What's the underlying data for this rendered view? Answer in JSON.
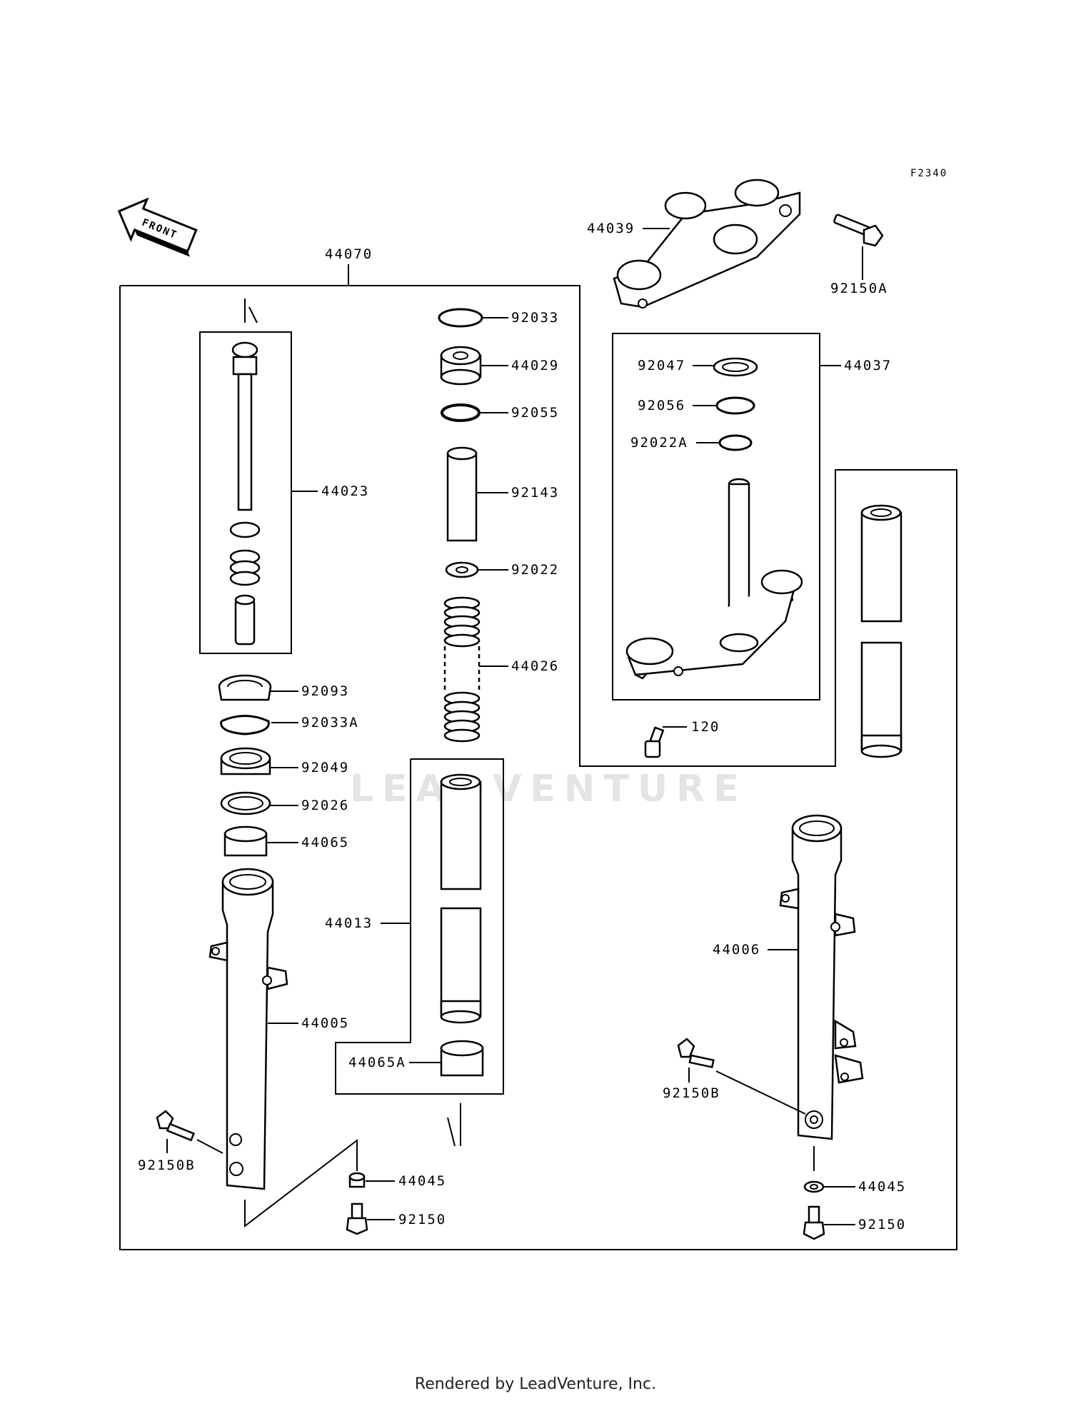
{
  "diagram_code": "F2340",
  "front_label": "FRONT",
  "watermark": "LEADVENTURE",
  "footer": "Rendered by LeadVenture, Inc.",
  "parts": {
    "p44070": "44070",
    "p44039": "44039",
    "p92150A": "92150A",
    "p92033": "92033",
    "p44029": "44029",
    "p92055": "92055",
    "p92143": "92143",
    "p92022": "92022",
    "p44026": "44026",
    "p44023": "44023",
    "p92047": "92047",
    "p92056": "92056",
    "p92022A": "92022A",
    "p44037": "44037",
    "p120": "120",
    "p92093": "92093",
    "p92033A": "92033A",
    "p92049": "92049",
    "p92026": "92026",
    "p44065": "44065",
    "p44013": "44013",
    "p44005": "44005",
    "p44065A": "44065A",
    "p44006": "44006",
    "p92150B_left": "92150B",
    "p92150B_right": "92150B",
    "p44045_mid": "44045",
    "p92150_mid": "92150",
    "p44045_right": "44045",
    "p92150_right": "92150"
  }
}
